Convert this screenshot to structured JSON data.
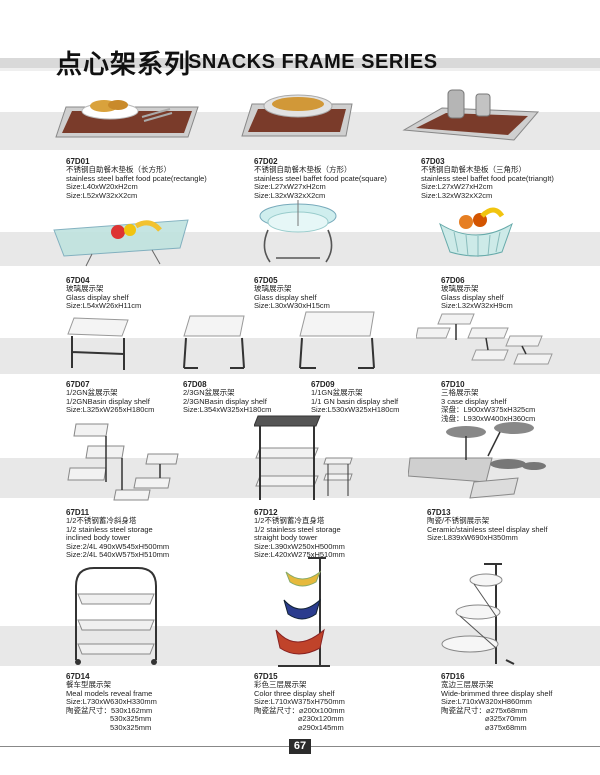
{
  "header": {
    "title_cn": "点心架系列",
    "title_en": "SNACKS FRAME SERIES"
  },
  "items": [
    {
      "code": "67D01",
      "lines": [
        "不锈钢自助餐木垫板（长方形）",
        "stainless steel baffet food pcate(rectangle)",
        "Size:L40xW20xH2cm",
        "Size:L52xW32xX2cm"
      ]
    },
    {
      "code": "67D02",
      "lines": [
        "不锈钢自助餐木垫板（方形）",
        "stainless steel baffet food pcate(square)",
        "Size:L27xW27xH2cm",
        "Size:L32xW32xX2cm"
      ]
    },
    {
      "code": "67D03",
      "lines": [
        "不锈钢自助餐木垫板（三角形）",
        "stainless steel baffet food pcate(triangIt)",
        "Size:L27xW27xH2cm",
        "Size:L32xW32xX2cm"
      ]
    },
    {
      "code": "67D04",
      "lines": [
        "玻璃展示架",
        "Glass display shelf",
        "Size:L54xW26xH11cm"
      ]
    },
    {
      "code": "67D05",
      "lines": [
        "玻璃展示架",
        "Glass display shelf",
        "Size:L30xW30xH15cm"
      ]
    },
    {
      "code": "67D06",
      "lines": [
        "玻璃展示架",
        "Glass display shelf",
        "Size:L32xW32xH9cm"
      ]
    },
    {
      "code": "67D07",
      "lines": [
        "1/2GN盆展示架",
        "1/2GNBasin display shelf",
        "Size:L325xW265xH180cm"
      ]
    },
    {
      "code": "67D08",
      "lines": [
        "2/3GN盆展示架",
        "2/3GNBasin display shelf",
        "Size:L354xW325xH180cm"
      ]
    },
    {
      "code": "67D09",
      "lines": [
        "1/1GN盆展示架",
        "1/1 GN basin display shelf",
        "Size:L530xW325xH180cm"
      ]
    },
    {
      "code": "67D10",
      "lines": [
        "三格展示架",
        "3 case display shelf",
        "深盘：L900xW375xH325cm",
        "浅盘：L930xW400xH360cm"
      ]
    },
    {
      "code": "67D11",
      "lines": [
        "1/2不锈钢蓄冷斜身塔",
        "1/2 stainless steel storage",
        "inclined body tower",
        "Size:2/4L  490xW545xH500mm",
        "Size:2/4L  540xW575xH510mm"
      ]
    },
    {
      "code": "67D12",
      "lines": [
        "1/2不锈钢蓄冷直身塔",
        "1/2 stainless steel storage",
        "straight body tower",
        "Size:L390xW250xH500mm",
        "Size:L420xW275xH510mm"
      ]
    },
    {
      "code": "67D13",
      "lines": [
        "陶瓷/不锈钢展示架",
        "Ceramic/stainless steel display shelf",
        "Size:L839xW690xH350mm"
      ]
    },
    {
      "code": "67D14",
      "lines": [
        "餐车型展示架",
        "Meal models reveal frame",
        "Size:L730xW630xH330mm",
        "陶瓷盆尺寸：530x162mm",
        "530x325mm",
        "530x325mm"
      ]
    },
    {
      "code": "67D15",
      "lines": [
        "彩色三层展示架",
        "Color three display shelf",
        "Size:L710xW375xH750mm",
        "陶瓷盆尺寸：⌀200x100mm",
        "⌀230x120mm",
        "⌀290x145mm"
      ]
    },
    {
      "code": "67D16",
      "lines": [
        "宽边三层展示架",
        "Wide-brimmed three display shelf",
        "Size:L710xW320xH860mm",
        "陶瓷盆尺寸：⌀275x68mm",
        "⌀325x70mm",
        "⌀375x68mm"
      ]
    }
  ],
  "page_number": "67",
  "colors": {
    "band": "#e8e8e8",
    "header_bar": "#d9d9d9",
    "page_badge": "#2b2b2b"
  }
}
